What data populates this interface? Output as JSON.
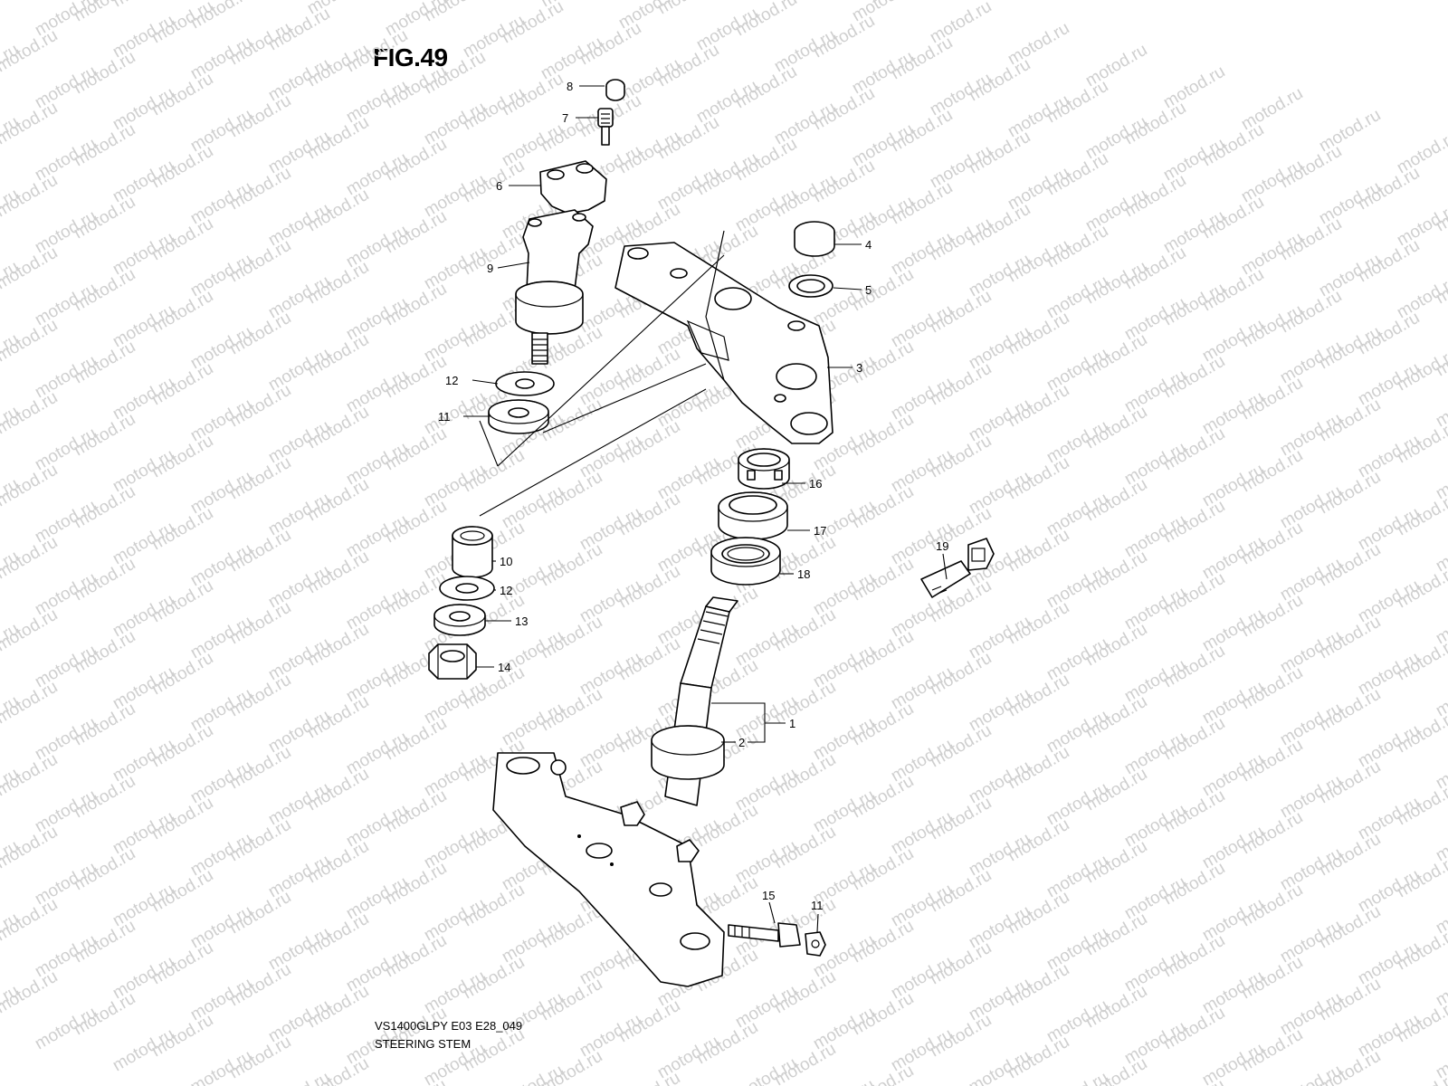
{
  "figure_title": "FIG.49",
  "watermark": "motod.ru",
  "footer": {
    "model_code": "VS1400GLPY E03 E28_049",
    "caption": "STEERING STEM"
  },
  "callouts": [
    {
      "id": "c1",
      "label": "1"
    },
    {
      "id": "c2",
      "label": "2"
    },
    {
      "id": "c3",
      "label": "3"
    },
    {
      "id": "c4",
      "label": "4"
    },
    {
      "id": "c5",
      "label": "5"
    },
    {
      "id": "c6",
      "label": "6"
    },
    {
      "id": "c7",
      "label": "7"
    },
    {
      "id": "c8",
      "label": "8"
    },
    {
      "id": "c9",
      "label": "9"
    },
    {
      "id": "c10",
      "label": "10"
    },
    {
      "id": "c11a",
      "label": "11"
    },
    {
      "id": "c11b",
      "label": "11"
    },
    {
      "id": "c12a",
      "label": "12"
    },
    {
      "id": "c12b",
      "label": "12"
    },
    {
      "id": "c13",
      "label": "13"
    },
    {
      "id": "c14",
      "label": "14"
    },
    {
      "id": "c15",
      "label": "15"
    },
    {
      "id": "c16",
      "label": "16"
    },
    {
      "id": "c17",
      "label": "17"
    },
    {
      "id": "c18",
      "label": "18"
    },
    {
      "id": "c19",
      "label": "19"
    }
  ]
}
